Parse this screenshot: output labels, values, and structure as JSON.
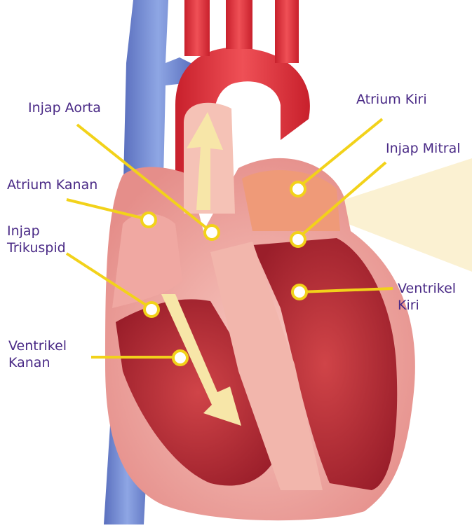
{
  "labels": {
    "aortic_valve": "Injap Aorta",
    "left_atrium": "Atrium Kiri",
    "mitral_valve": "Injap Mitral",
    "right_atrium": "Atrium Kanan",
    "tricuspid_line1": "Injap",
    "tricuspid_line2": "Trikuspid",
    "left_ventricle_line1": "Ventrikel",
    "left_ventricle_line2": "Kiri",
    "right_ventricle_line1": "Ventrikel",
    "right_ventricle_line2": "Kanan"
  },
  "colors": {
    "label_text": "#4a2a86",
    "leader_line": "#f2d21a",
    "marker_fill": "#ffffff",
    "flow_arrow": "#f7e6a8",
    "vena_cava": "#6d86cc",
    "aorta": "#d8303a",
    "heart_wall": "#f0b0a8",
    "chamber": "#c0343c"
  }
}
